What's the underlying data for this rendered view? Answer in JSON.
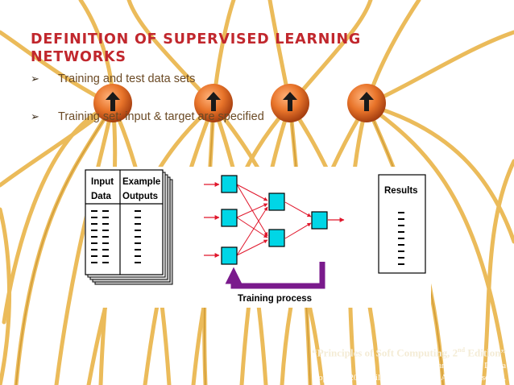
{
  "slide": {
    "title": "DEFINITION OF SUPERVISED LEARNING NETWORKS",
    "bullets": [
      "Training and test data sets",
      "Training set; input & target are specified"
    ],
    "bullet_marker": "➢"
  },
  "diagram": {
    "table_headers": [
      "Input",
      "Example"
    ],
    "table_headers_2": [
      "Data",
      "Outputs"
    ],
    "results_label": "Results",
    "training_label": "Training process"
  },
  "footer": {
    "book_title_pre": "“Principles of Soft Computing, 2",
    "book_title_sup": "nd",
    "book_title_post": " Edition”",
    "authors": "by S.N. Sivanandam & SN Deepa",
    "copyright": "Copyright  2011 Wiley India Pvt. Ltd.  All rights reserved."
  },
  "colors": {
    "title": "#c1272d",
    "node": "#00d6e6",
    "arrow": "#e0162b",
    "feedback": "#7a1a8c",
    "neuron": "#e8742a"
  }
}
